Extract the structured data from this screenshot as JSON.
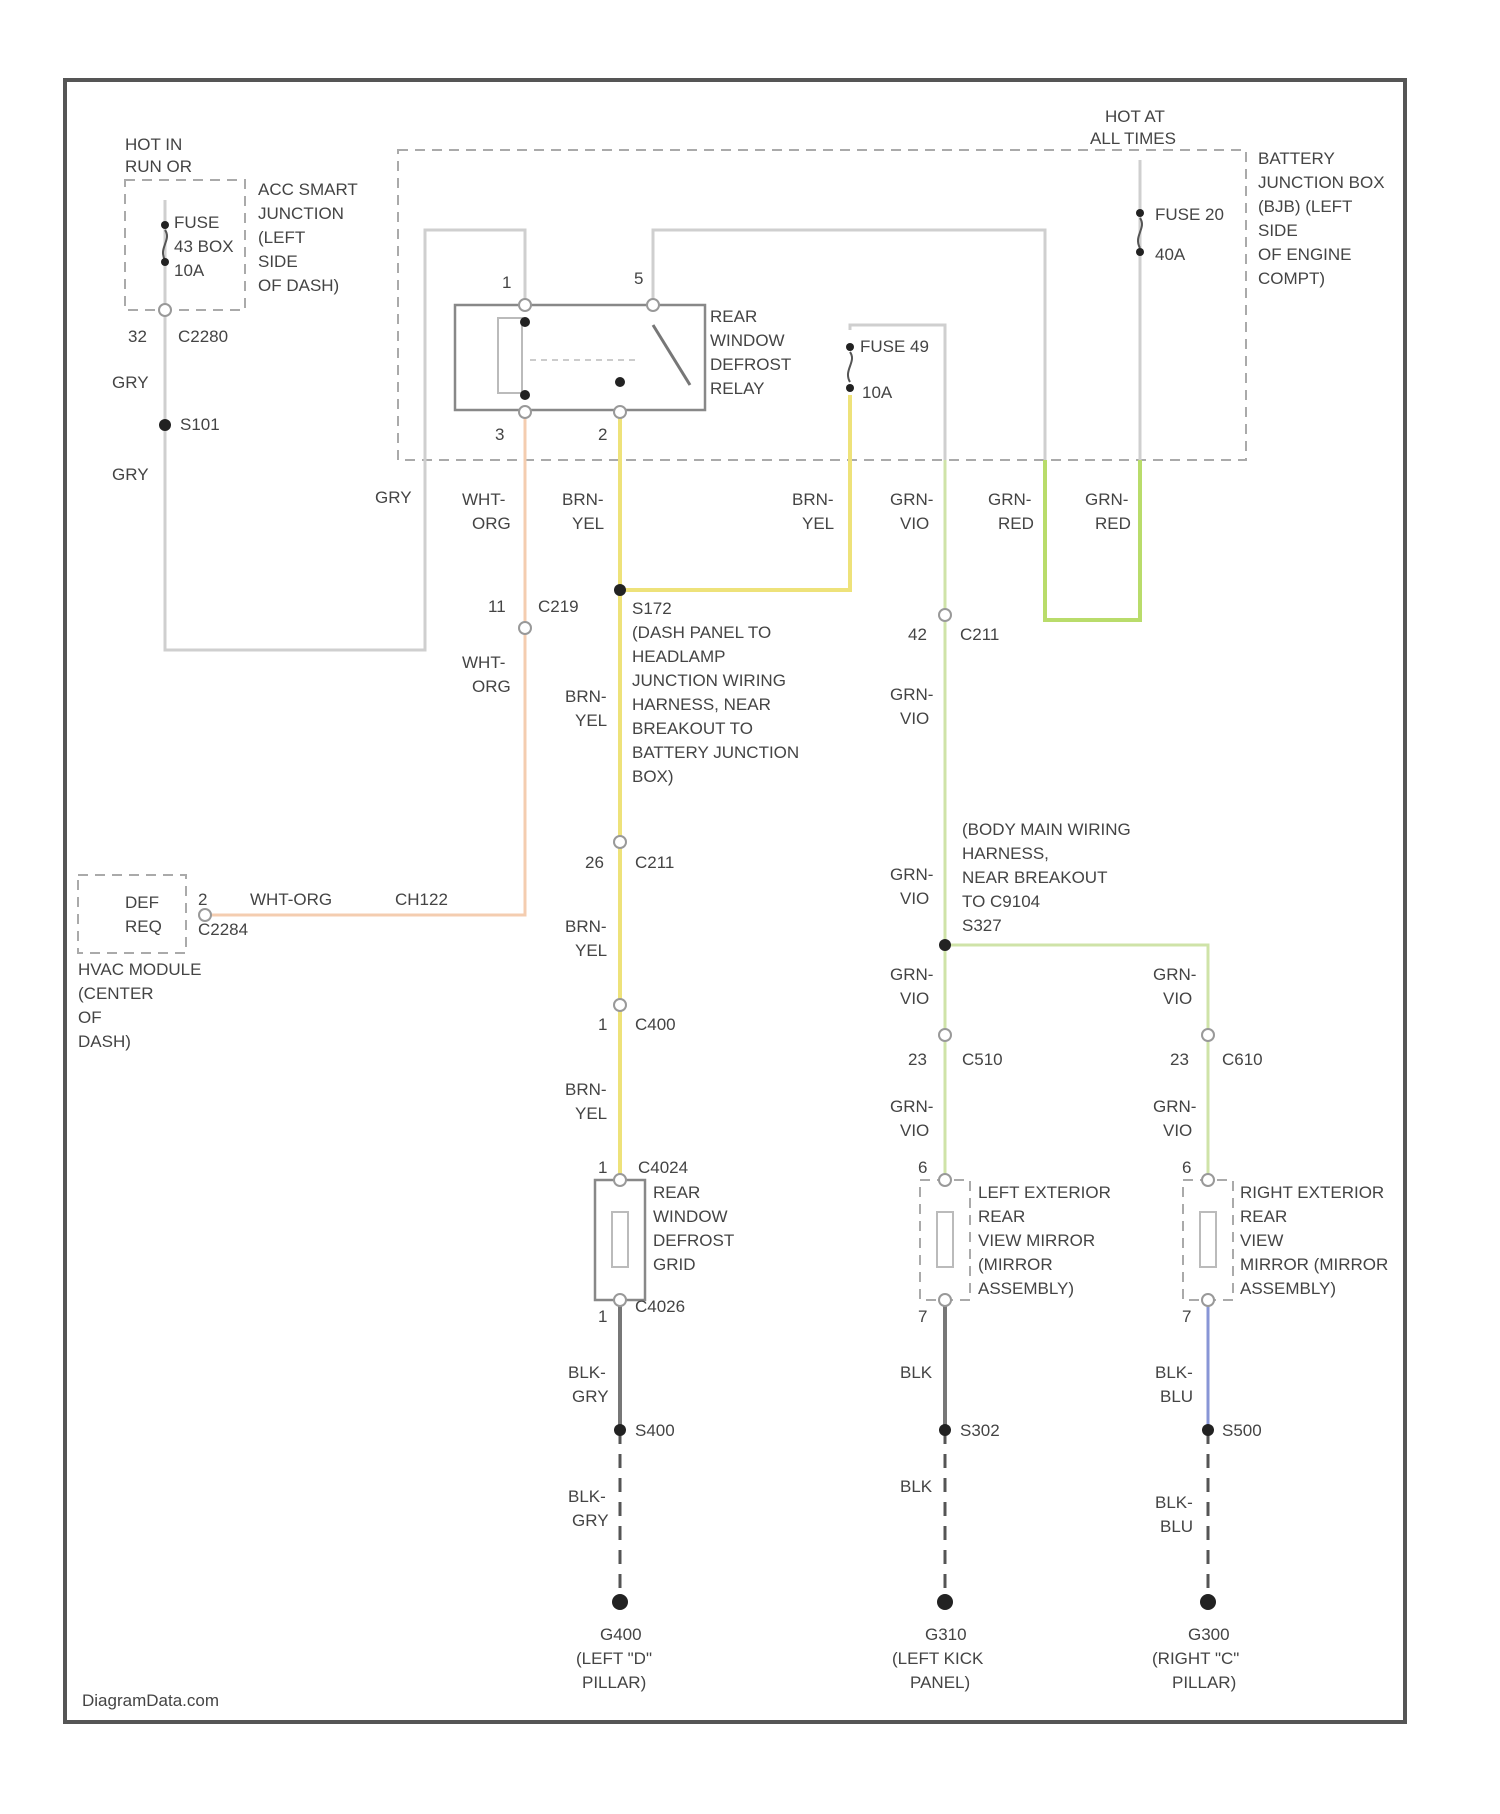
{
  "footer": {
    "watermark": "DiagramData.com"
  },
  "power": {
    "hot_run": [
      "HOT IN",
      "RUN OR"
    ],
    "hot_all": [
      "HOT AT",
      "ALL TIMES"
    ]
  },
  "acc_box": {
    "label": [
      "ACC SMART",
      "JUNCTION",
      "(LEFT",
      "SIDE",
      "OF DASH)"
    ],
    "fuse": [
      "FUSE",
      "43 BOX",
      "10A"
    ],
    "pin": "32",
    "connector": "C2280",
    "wire1": "GRY",
    "splice": "S101",
    "wire2": "GRY",
    "wire3": "GRY"
  },
  "battery_box": {
    "label": [
      "BATTERY",
      "JUNCTION BOX",
      "(BJB) (LEFT",
      "SIDE",
      "OF ENGINE",
      "COMPT)"
    ],
    "fuse": [
      "FUSE 20",
      "40A"
    ]
  },
  "relay": {
    "label": [
      "REAR",
      "WINDOW",
      "DEFROST",
      "RELAY"
    ],
    "pins": [
      "1",
      "5",
      "3",
      "2"
    ]
  },
  "fuse_49": {
    "label": [
      "FUSE 49",
      "10A"
    ]
  },
  "wires_top": [
    [
      "WHT-",
      "ORG"
    ],
    [
      "BRN-",
      "YEL"
    ],
    [
      "BRN-",
      "YEL"
    ],
    [
      "GRN-",
      "VIO"
    ],
    [
      "GRN-",
      "RED"
    ],
    [
      "GRN-",
      "RED"
    ]
  ],
  "splice_s172": {
    "id": "S172",
    "desc": [
      "(DASH PANEL TO",
      "HEADLAMP",
      "JUNCTION WIRING",
      "HARNESS, NEAR",
      "BREAKOUT TO",
      "BATTERY JUNCTION",
      "BOX)"
    ]
  },
  "hvac": {
    "label": [
      "DEF",
      "REQ"
    ],
    "desc": [
      "HVAC MODULE",
      "(CENTER",
      "OF",
      "DASH)"
    ],
    "pin": "2",
    "connector": "C2284",
    "wire": "WHT-ORG",
    "connector2": "CH122"
  },
  "left_chain": {
    "c1_pin": "11",
    "c1": "C219",
    "w1": [
      "WHT-",
      "ORG"
    ],
    "w2": [
      "BRN-",
      "YEL"
    ],
    "c2_pin": "26",
    "c2": "C211",
    "w3": [
      "BRN-",
      "YEL"
    ],
    "c3_pin": "1",
    "c3": "C400",
    "w4": [
      "BRN-",
      "YEL"
    ],
    "grid_top_pin": "1",
    "grid_top_conn": "C4024",
    "grid_label": [
      "REAR",
      "WINDOW",
      "DEFROST",
      "GRID"
    ],
    "grid_bot_pin": "1",
    "grid_bot_conn": "C4026",
    "w5": [
      "BLK-",
      "GRY"
    ],
    "splice": "S400",
    "w6": [
      "BLK-",
      "GRY"
    ],
    "ground": [
      "G400",
      "(LEFT \"D\"",
      "PILLAR)"
    ]
  },
  "mid_chain": {
    "c1_pin": "42",
    "c1": "C211",
    "w1": [
      "GRN-",
      "VIO"
    ],
    "body_desc": [
      "(BODY MAIN WIRING",
      "HARNESS,",
      "NEAR BREAKOUT",
      "TO C9104",
      "S327"
    ],
    "w2": [
      "GRN-",
      "VIO"
    ],
    "w3": [
      "GRN-",
      "VIO"
    ],
    "c2_pin": "23",
    "c2": "C510",
    "w4": [
      "GRN-",
      "VIO"
    ],
    "mirror_top_pin": "6",
    "mirror_label": [
      "LEFT EXTERIOR",
      "REAR",
      "VIEW MIRROR",
      "(MIRROR",
      "ASSEMBLY)"
    ],
    "mirror_bot_pin": "7",
    "w5": "BLK",
    "splice": "S302",
    "w6": "BLK",
    "ground": [
      "G310",
      "(LEFT KICK",
      "PANEL)"
    ]
  },
  "right_chain": {
    "w1": [
      "GRN-",
      "VIO"
    ],
    "c1_pin": "23",
    "c1": "C610",
    "w2": [
      "GRN-",
      "VIO"
    ],
    "mirror_top_pin": "6",
    "mirror_label": [
      "RIGHT EXTERIOR",
      "REAR",
      "VIEW",
      "MIRROR (MIRROR",
      "ASSEMBLY)"
    ],
    "mirror_bot_pin": "7",
    "w3": [
      "BLK-",
      "BLU"
    ],
    "splice": "S500",
    "w4": [
      "BLK-",
      "BLU"
    ],
    "ground": [
      "G300",
      "(RIGHT \"C\"",
      "PILLAR)"
    ]
  }
}
